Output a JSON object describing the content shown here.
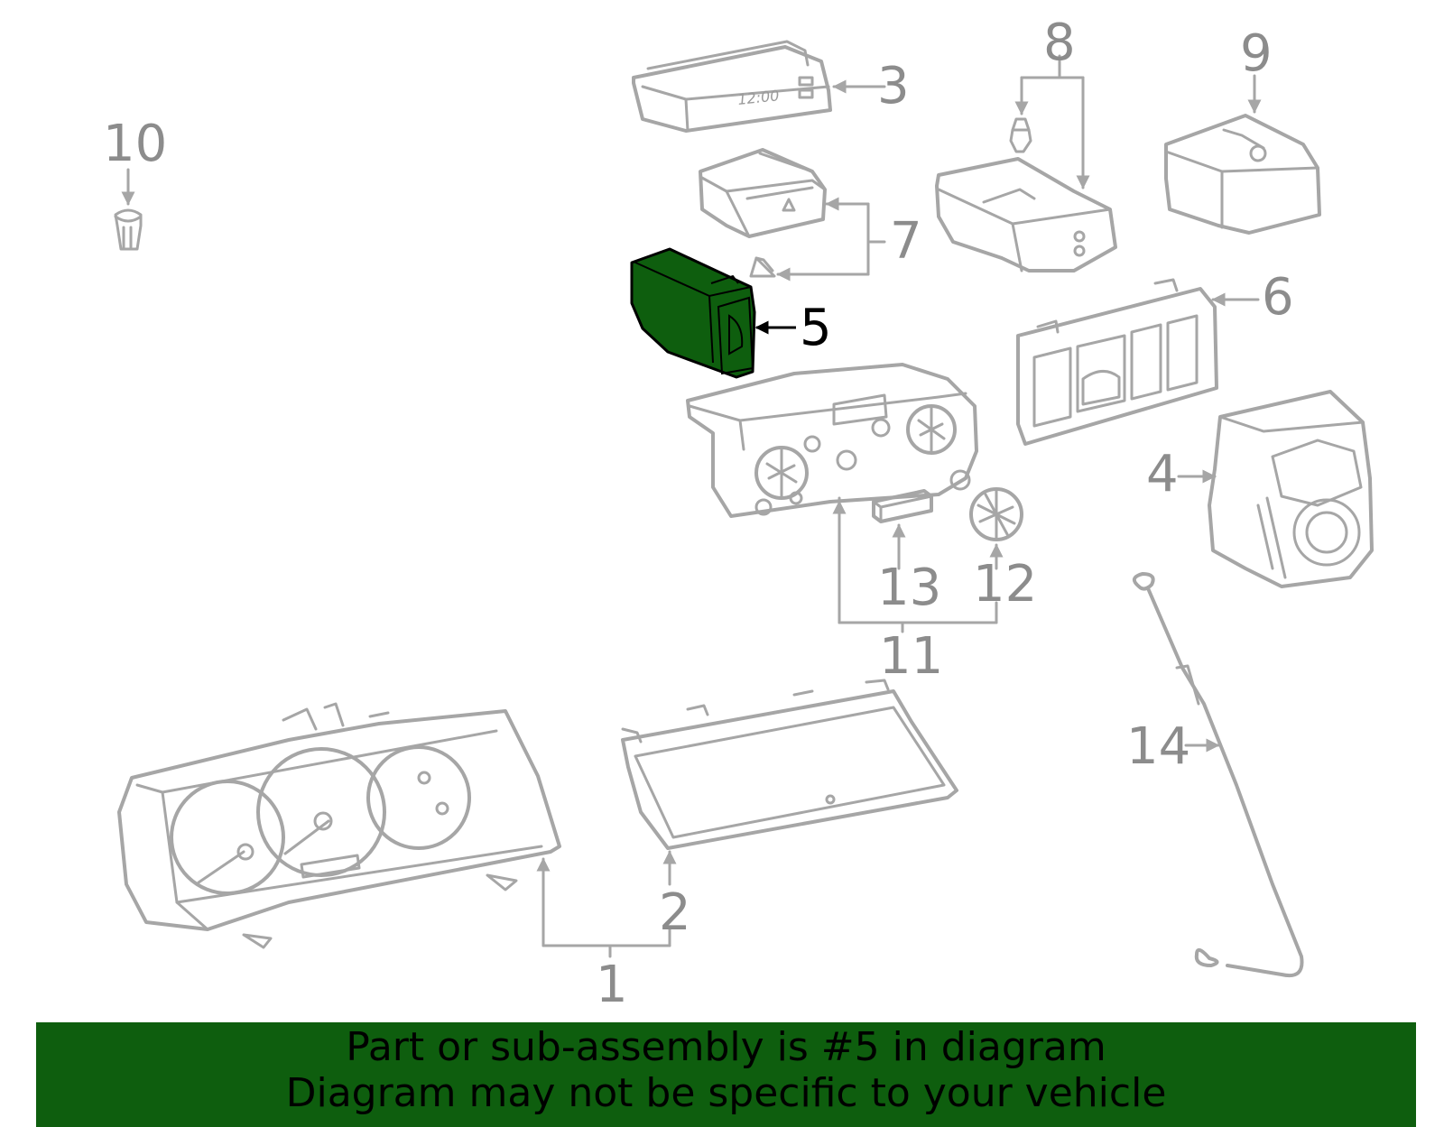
{
  "diagram": {
    "highlight_part": "5",
    "highlight_color": "#0e5e0e",
    "line_color": "#a6a6a6",
    "callouts": [
      "1",
      "2",
      "3",
      "4",
      "5",
      "6",
      "7",
      "8",
      "9",
      "10",
      "11",
      "12",
      "13",
      "14"
    ],
    "clock_readout": "12:00"
  },
  "banner": {
    "line1": "Part or sub-assembly is #5 in diagram",
    "line2": "Diagram may not be specific to your vehicle",
    "background": "#0e5e0e"
  }
}
